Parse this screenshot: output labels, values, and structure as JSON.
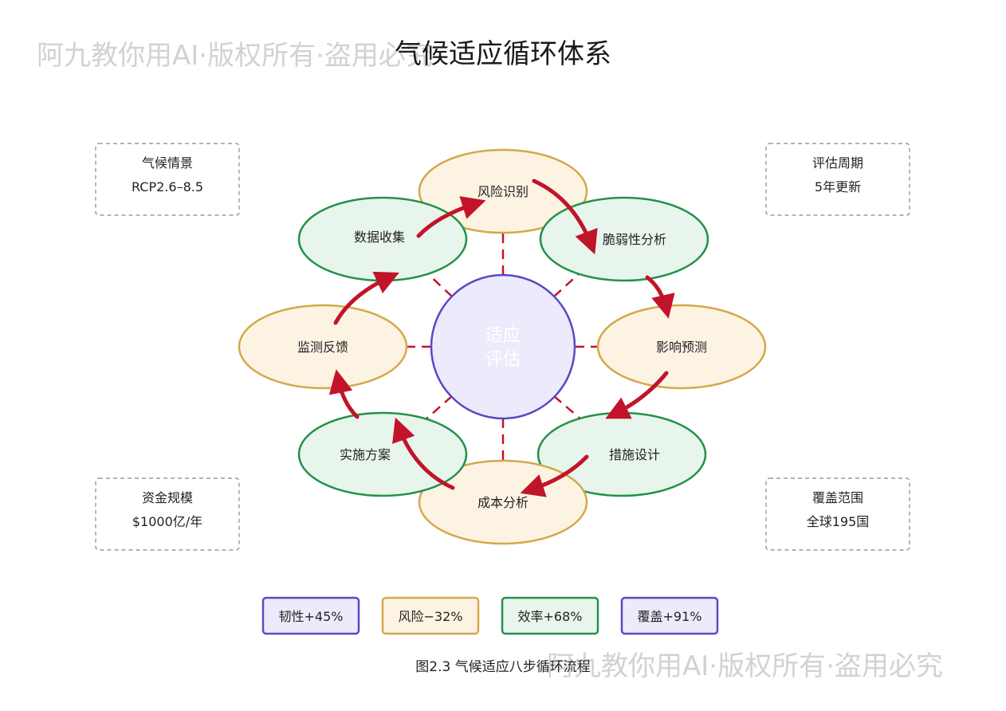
{
  "title": "气候适应循环体系",
  "watermark": "阿九教你用AI·版权所有·盗用必究",
  "caption": "图2.3 气候适应八步循环流程",
  "center": {
    "line1": "适应",
    "line2": "评估"
  },
  "steps": [
    {
      "label": "风险识别"
    },
    {
      "label": "脆弱性分析"
    },
    {
      "label": "影响预测"
    },
    {
      "label": "措施设计"
    },
    {
      "label": "成本分析"
    },
    {
      "label": "实施方案"
    },
    {
      "label": "监测反馈"
    },
    {
      "label": "数据收集"
    }
  ],
  "info_boxes": {
    "top_left": {
      "title": "气候情景",
      "value": "RCP2.6–8.5"
    },
    "top_right": {
      "title": "评估周期",
      "value": "5年更新"
    },
    "bottom_left": {
      "title": "资金规模",
      "value": "$1000亿/年"
    },
    "bottom_right": {
      "title": "覆盖范围",
      "value": "全球195国"
    }
  },
  "metrics": [
    {
      "label": "韧性+45%"
    },
    {
      "label": "风险−32%"
    },
    {
      "label": "效率+68%"
    },
    {
      "label": "覆盖+91%"
    }
  ],
  "colors": {
    "yellow_fill": "#fdf3e3",
    "yellow_stroke": "#d4a94a",
    "green_fill": "#e8f5ec",
    "green_stroke": "#23924a",
    "purple_fill": "#ecebfb",
    "purple_stroke": "#5a49c4",
    "arrow": "#c1142a",
    "dash_gray": "#888888"
  }
}
